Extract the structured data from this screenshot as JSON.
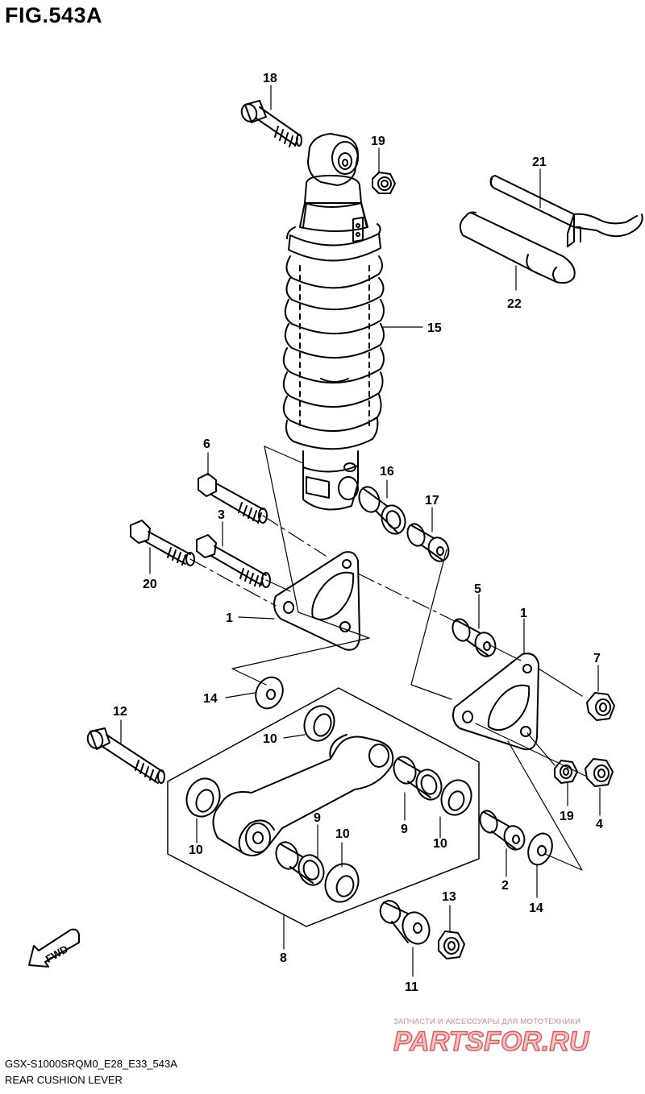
{
  "figure": {
    "title": "FIG.543A",
    "code": "GSX-S1000SRQM0_E28_E33_543A",
    "name": "REAR CUSHION LEVER"
  },
  "fwd_label": "FWD",
  "watermark": {
    "tagline": "ЗАПЧАСТИ И АКСЕССУАРЫ ДЛЯ МОТОТЕХНИКИ",
    "logo": "PARTSFOR.RU",
    "color": "#e05c5c"
  },
  "callouts": [
    {
      "id": "c18",
      "label": "18"
    },
    {
      "id": "c19a",
      "label": "19"
    },
    {
      "id": "c21",
      "label": "21"
    },
    {
      "id": "c22",
      "label": "22"
    },
    {
      "id": "c15",
      "label": "15"
    },
    {
      "id": "c6",
      "label": "6"
    },
    {
      "id": "c16",
      "label": "16"
    },
    {
      "id": "c17",
      "label": "17"
    },
    {
      "id": "c3",
      "label": "3"
    },
    {
      "id": "c20",
      "label": "20"
    },
    {
      "id": "c5",
      "label": "5"
    },
    {
      "id": "c1a",
      "label": "1"
    },
    {
      "id": "c1b",
      "label": "1"
    },
    {
      "id": "c7",
      "label": "7"
    },
    {
      "id": "c14a",
      "label": "14"
    },
    {
      "id": "c12",
      "label": "12"
    },
    {
      "id": "c10a",
      "label": "10"
    },
    {
      "id": "c9a",
      "label": "9"
    },
    {
      "id": "c10b",
      "label": "10"
    },
    {
      "id": "c9b",
      "label": "9"
    },
    {
      "id": "c10c",
      "label": "10"
    },
    {
      "id": "c10d",
      "label": "10"
    },
    {
      "id": "c19b",
      "label": "19"
    },
    {
      "id": "c4",
      "label": "4"
    },
    {
      "id": "c2",
      "label": "2"
    },
    {
      "id": "c14b",
      "label": "14"
    },
    {
      "id": "c13",
      "label": "13"
    },
    {
      "id": "c8",
      "label": "8"
    },
    {
      "id": "c11",
      "label": "11"
    }
  ]
}
